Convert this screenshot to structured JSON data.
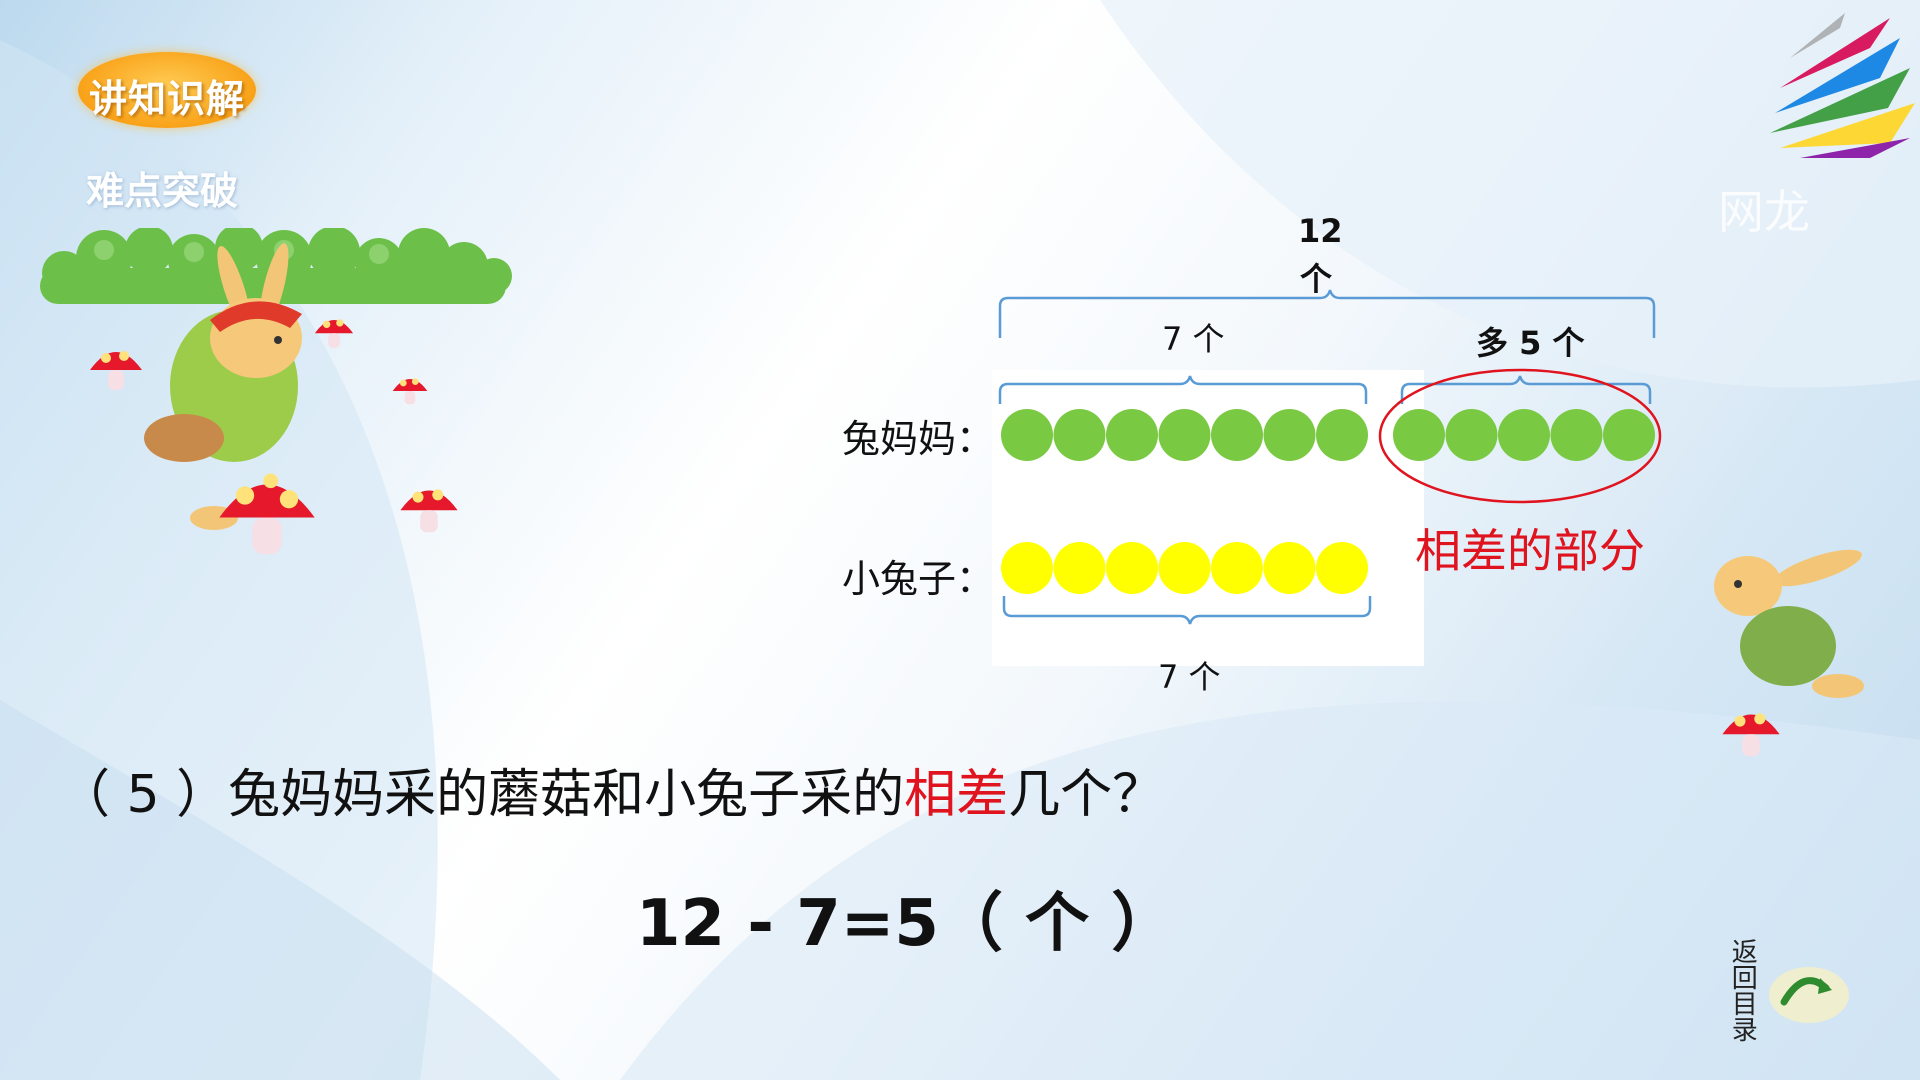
{
  "header": {
    "badge_label": "讲知识解",
    "subtitle": "难点突破"
  },
  "logo": {
    "watermark": "网龙"
  },
  "diagram": {
    "total_label": "12",
    "total_unit": "个",
    "mother_group_label": "7 个",
    "more_label": "多 5 个",
    "rabbit_mother": {
      "name": "兔妈妈：",
      "count": 12,
      "matched": 7,
      "extra": 5,
      "color": "#7ac943"
    },
    "little_rabbit": {
      "name": "小兔子：",
      "count": 7,
      "color": "#ffff00"
    },
    "little_group_label": "7 个",
    "difference_label": "相差的部分",
    "accent_color": "#e0141e",
    "brace_color": "#5b9bd5"
  },
  "question": {
    "prefix": "（ 5 ）兔妈妈采的蘑菇和小兔子采的",
    "highlight": "相差",
    "suffix": "几个？"
  },
  "equation": "12 - 7=5（ 个 ）",
  "nav": {
    "back_label": "返回目录"
  }
}
